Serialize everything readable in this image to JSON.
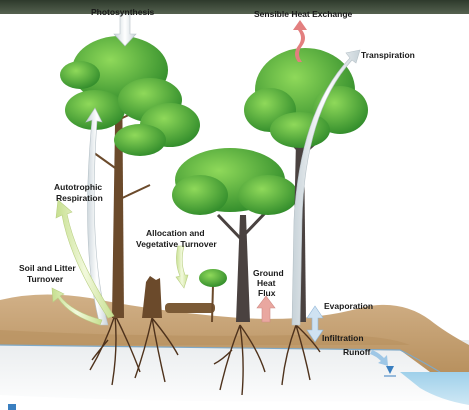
{
  "labels": {
    "photosynthesis": "Photosynthesis",
    "sensible_heat_exchange": "Sensible Heat Exchange",
    "transpiration": "Transpiration",
    "autotrophic_respiration_1": "Autotrophic",
    "autotrophic_respiration_2": "Respiration",
    "allocation_1": "Allocation and",
    "allocation_2": "Vegetative Turnover",
    "soil_litter_1": "Soil and Litter",
    "soil_litter_2": "Turnover",
    "ground_heat_1": "Ground",
    "ground_heat_2": "Heat",
    "ground_heat_3": "Flux",
    "evaporation": "Evaporation",
    "infiltration": "Infiltration",
    "runoff": "Runoff"
  },
  "colors": {
    "sky_band": "#3a4a3a",
    "soil": "#c9a679",
    "soil_dark": "#a98456",
    "groundwater_line": "#7fa9c7",
    "water": "#a9d3ea",
    "foliage_dark": "#2f8a2a",
    "foliage_light": "#6cc247",
    "trunk": "#6b4a2b",
    "arrow_white": "#e8eef0",
    "arrow_heat": "#e37f7f",
    "arrow_water": "#9ec7e6",
    "arrow_green": "#d8eab0"
  },
  "icons": {
    "photosynthesis_arrow": "arrow-down-icon",
    "heat_arrow": "wavy-arrow-up-icon",
    "transpiration_arrow": "curved-arrow-icon",
    "water_table": "triangle-down-icon"
  }
}
